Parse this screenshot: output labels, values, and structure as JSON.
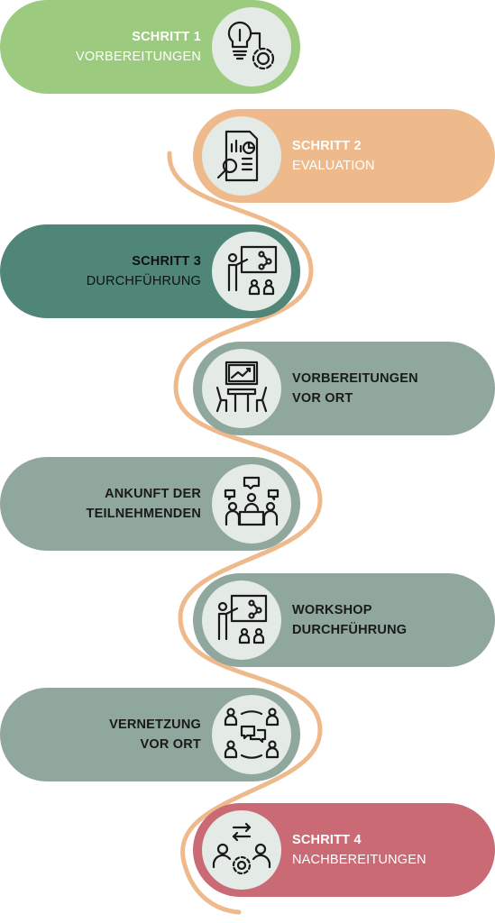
{
  "steps": [
    {
      "line1": "SCHRITT 1",
      "line2": "VORBEREITUNGEN",
      "color": "#9ccb80",
      "text": "white",
      "icon": "lightbulb-gear-icon"
    },
    {
      "line1": "SCHRITT 2",
      "line2": "EVALUATION",
      "color": "#efba8b",
      "text": "white",
      "icon": "report-magnifier-icon"
    },
    {
      "line1": "SCHRITT 3",
      "line2": "DURCHFÜHRUNG",
      "color": "#4f8677",
      "text": "dark2",
      "icon": "presenter-audience-icon"
    },
    {
      "line1": "VORBEREITUNGEN",
      "line2": "VOR ORT",
      "color": "#8fa79c",
      "text": "dark",
      "icon": "meeting-room-icon"
    },
    {
      "line1": "ANKUNFT DER",
      "line2": "TEILNEHMENDEN",
      "color": "#8fa79c",
      "text": "dark",
      "icon": "group-discussion-icon"
    },
    {
      "line1": "WORKSHOP",
      "line2": "DURCHFÜHRUNG",
      "color": "#8fa79c",
      "text": "dark",
      "icon": "presenter-audience-icon"
    },
    {
      "line1": "VERNETZUNG",
      "line2": "VOR ORT",
      "color": "#8fa79c",
      "text": "dark",
      "icon": "networking-icon"
    },
    {
      "line1": "SCHRITT 4",
      "line2": "NACHBEREITUNGEN",
      "color": "#c96a74",
      "text": "white",
      "icon": "exchange-gear-icon"
    }
  ],
  "colors": {
    "path": "#efba8b",
    "icon_circle": "#e4eae6",
    "icon_stroke": "#1a1a1a"
  }
}
